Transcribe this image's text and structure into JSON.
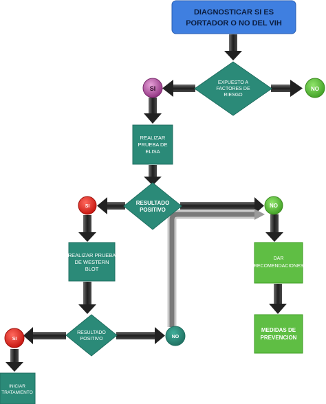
{
  "title_lines": [
    "DIAGNOSTICAR SI ES",
    "PORTADOR O NO DEL VIH"
  ],
  "decision1_lines": [
    "EXPUESTO A",
    "FACTORES DE",
    "RIESGO"
  ],
  "decision1_yes": "SI",
  "decision1_no": "NO",
  "elisa_lines": [
    "REALIZAR",
    "PRUEBA DE",
    "ELISA"
  ],
  "decision2_lines": [
    "RESULTADO",
    "POSITIVO"
  ],
  "decision2_yes": "SI",
  "decision2_no": "NO",
  "western_lines": [
    "REALIZAR PRUEBA",
    "DE WESTERN",
    "BLOT"
  ],
  "decision3_lines": [
    "RESULTADO",
    "POSITIVO"
  ],
  "decision3_yes": "SI",
  "decision3_no": "NO",
  "recommend_lines": [
    "DAR",
    "RECOMENDACIONES"
  ],
  "prevention_lines": [
    "MEDIDAS DE",
    "PREVENCION"
  ],
  "treatment_lines": [
    "INICIAR",
    "TRATAMIENTO"
  ],
  "colors": {
    "title_fill": "#3f7fe0",
    "teal_fill": "#2b8a78",
    "green_fill": "#5fbe44",
    "red_fill": "#e0221c",
    "magenta_fill": "#b04a9a",
    "arrow_fill": "#3a3a3a"
  }
}
